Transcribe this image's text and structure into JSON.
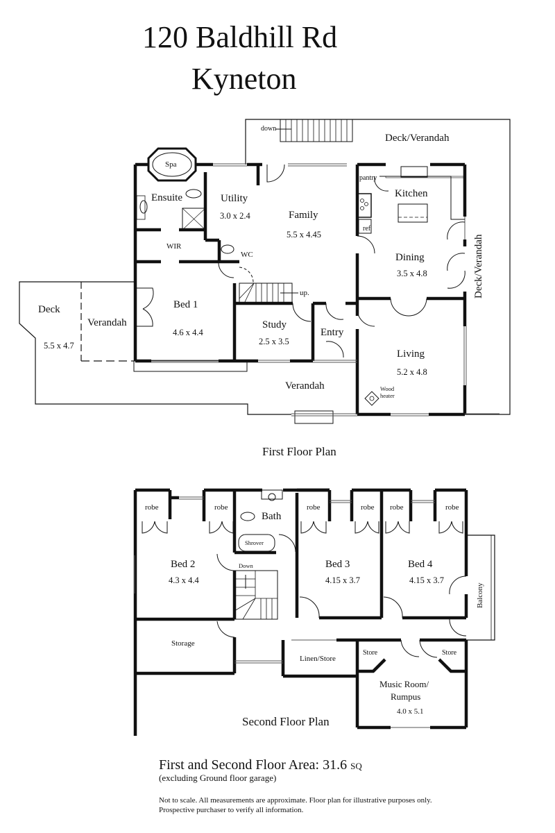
{
  "header": {
    "address_line1": "120 Baldhill Rd",
    "address_line2": "Kyneton"
  },
  "first_floor": {
    "label": "First Floor Plan",
    "rooms": {
      "spa": {
        "name": "Spa"
      },
      "ensuite": {
        "name": "Ensuite"
      },
      "utility": {
        "name": "Utility",
        "dims": "3.0 x 2.4"
      },
      "family": {
        "name": "Family",
        "dims": "5.5 x 4.45"
      },
      "pantry": {
        "name": "pantry"
      },
      "kitchen": {
        "name": "Kitchen"
      },
      "ref": {
        "name": "ref"
      },
      "dining": {
        "name": "Dining",
        "dims": "3.5 x 4.8"
      },
      "wir": {
        "name": "WIR"
      },
      "wc": {
        "name": "WC"
      },
      "bed1": {
        "name": "Bed 1",
        "dims": "4.6 x 4.4"
      },
      "study": {
        "name": "Study",
        "dims": "2.5 x 3.5"
      },
      "entry": {
        "name": "Entry"
      },
      "living": {
        "name": "Living",
        "dims": "5.2 x 4.8"
      },
      "wood_heater": {
        "line1": "Wood",
        "line2": "heater"
      },
      "deck": {
        "name": "Deck",
        "dims": "5.5 x 4.7"
      },
      "verandah_west": {
        "name": "Verandah"
      },
      "verandah_south": {
        "name": "Verandah"
      },
      "deck_verandah_north": {
        "name": "Deck/Verandah"
      },
      "deck_verandah_east": {
        "name": "Deck/Verandah"
      }
    },
    "stair_labels": {
      "down": "down",
      "up": "up."
    }
  },
  "second_floor": {
    "label": "Second Floor Plan",
    "rooms": {
      "robe1": {
        "name": "robe"
      },
      "robe2": {
        "name": "robe"
      },
      "bath": {
        "name": "Bath"
      },
      "shower": {
        "name": "Shrover"
      },
      "robe3": {
        "name": "robe"
      },
      "robe4": {
        "name": "robe"
      },
      "robe5": {
        "name": "robe"
      },
      "robe6": {
        "name": "robe"
      },
      "bed2": {
        "name": "Bed 2",
        "dims": "4.3 x 4.4"
      },
      "bed3": {
        "name": "Bed 3",
        "dims": "4.15 x 3.7"
      },
      "bed4": {
        "name": "Bed 4",
        "dims": "4.15 x 3.7"
      },
      "balcony": {
        "name": "Balcony"
      },
      "storage": {
        "name": "Storage"
      },
      "linen": {
        "name": "Linen/Store"
      },
      "store_left": {
        "name": "Store"
      },
      "store_right": {
        "name": "Store"
      },
      "music": {
        "line1": "Music Room/",
        "line2": "Rumpus",
        "dims": "4.0 x 5.1"
      }
    },
    "stair_labels": {
      "down": "Down"
    }
  },
  "footer": {
    "area_text": "First and Second Floor Area: 31.6",
    "area_unit": "SQ",
    "area_note": "(excluding Ground floor garage)",
    "disclaimer_line1": "Not to scale. All measurements are approximate. Floor plan for illustrative purposes only.",
    "disclaimer_line2": "Prospective purchaser to verify all information."
  }
}
